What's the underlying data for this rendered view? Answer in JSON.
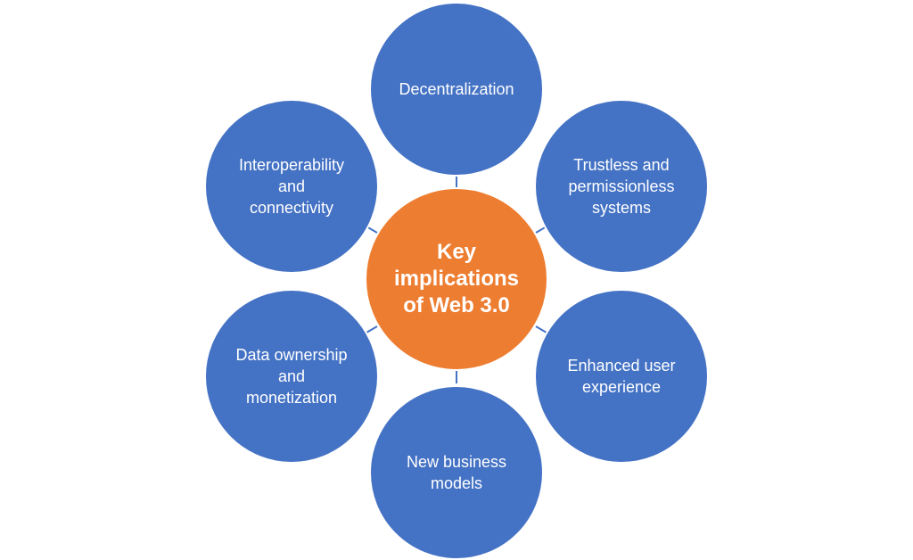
{
  "diagram": {
    "center": {
      "label": "Key\nimplications\nof Web 3.0"
    },
    "nodes": [
      {
        "id": "top",
        "label": "Decentralization"
      },
      {
        "id": "upper-right",
        "label": "Trustless and\npermissionless\nsystems"
      },
      {
        "id": "lower-right",
        "label": "Enhanced user\nexperience"
      },
      {
        "id": "bottom",
        "label": "New business\nmodels"
      },
      {
        "id": "lower-left",
        "label": "Data ownership\nand\nmonetization"
      },
      {
        "id": "upper-left",
        "label": "Interoperability\nand\nconnectivity"
      }
    ],
    "colors": {
      "outer_fill": "#4472c4",
      "center_fill": "#ed7d31",
      "connector": "#4472c4",
      "text": "#ffffff"
    }
  }
}
